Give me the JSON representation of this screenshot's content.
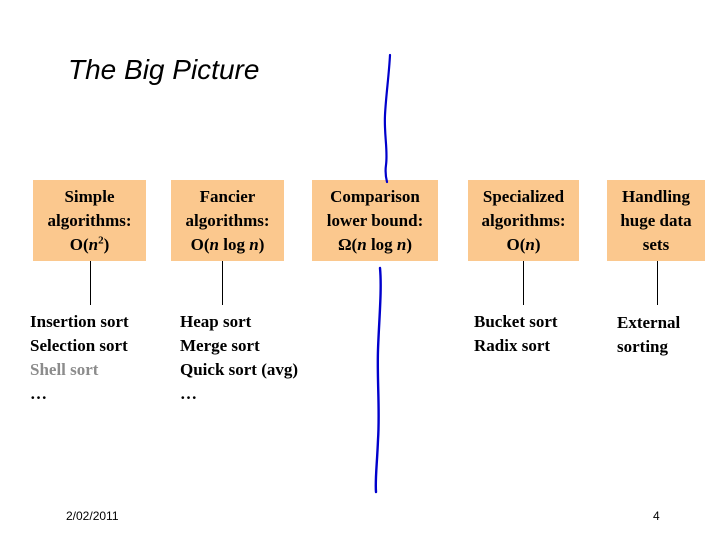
{
  "slide": {
    "title": "The Big Picture"
  },
  "boxes": [
    {
      "line1": "Simple",
      "line2": "algorithms:",
      "formula": {
        "fn": "O(",
        "var": "n",
        "sup": "2",
        "close": ")"
      }
    },
    {
      "line1": "Fancier",
      "line2": "algorithms:",
      "formula": {
        "fn": "O(",
        "var": "n",
        "mid": " log ",
        "var2": "n",
        "close": ")"
      }
    },
    {
      "line1": "Comparison",
      "line2": "lower bound:",
      "formula": {
        "fn": "Ω(",
        "var": "n",
        "mid": " log ",
        "var2": "n",
        "close": ")"
      }
    },
    {
      "line1": "Specialized",
      "line2": "algorithms:",
      "formula": {
        "fn": "O(",
        "var": "n",
        "close": ")"
      }
    },
    {
      "line1": "Handling",
      "line2": "huge data",
      "line3": "sets"
    }
  ],
  "lists": {
    "simple": [
      "Insertion sort",
      "Selection sort",
      "Shell sort",
      "…"
    ],
    "fancier": [
      "Heap sort",
      "Merge sort",
      "Quick sort (avg)",
      "…"
    ],
    "specialized": [
      "Bucket sort",
      "Radix sort"
    ],
    "huge": [
      "External",
      "sorting"
    ]
  },
  "colors": {
    "box_fill": "#fbc88e",
    "pen_annotation": "#0000cc",
    "muted_text": "#8c8c8c"
  },
  "footer": {
    "date": "2/02/2011",
    "page_number": "4"
  }
}
